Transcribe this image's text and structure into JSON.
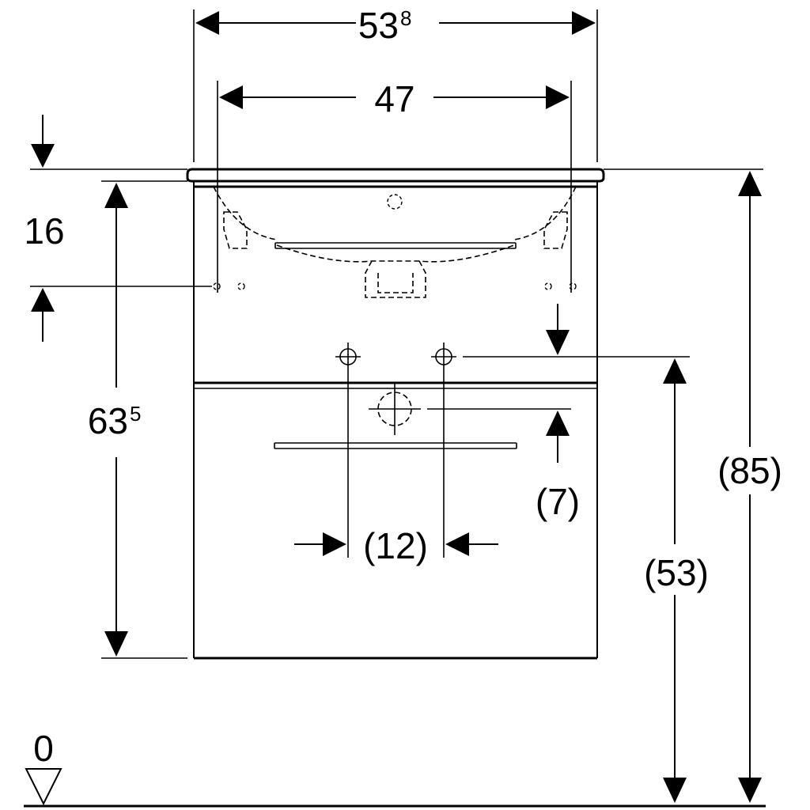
{
  "dimensions": {
    "overall_width": {
      "main": "53",
      "sup": "8"
    },
    "basin_width": "47",
    "top_offset": "16",
    "cabinet_height": {
      "main": "63",
      "sup": "5"
    },
    "total_height": "(85)",
    "supply_height": "(53)",
    "drain_offset": "(7)",
    "supply_spacing": "(12)",
    "floor_level": "0"
  },
  "colors": {
    "line": "#000000",
    "background": "#ffffff"
  }
}
